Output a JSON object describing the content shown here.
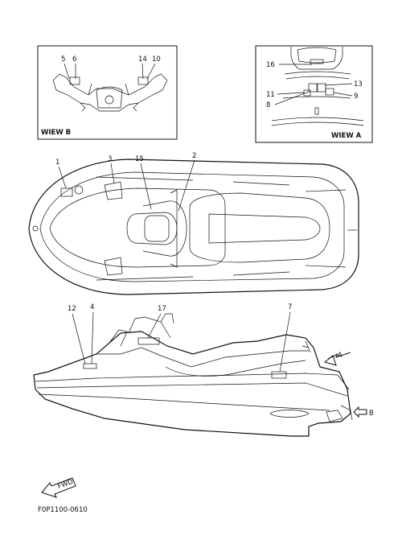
{
  "views": {
    "view_b": {
      "caption": "WIEW B",
      "callouts": [
        "5",
        "6",
        "14",
        "10"
      ]
    },
    "view_a": {
      "caption": "WIEW A",
      "callouts": [
        "16",
        "13",
        "11",
        "9",
        "8"
      ]
    }
  },
  "top_view": {
    "callouts": [
      "1",
      "3",
      "15",
      "2"
    ]
  },
  "side_view": {
    "callouts": [
      "12",
      "4",
      "17",
      "7"
    ],
    "arrow_a": "A",
    "arrow_b": "B"
  },
  "fwd_badge": {
    "label": "FWD"
  },
  "figure_code": "F0P1100-0610"
}
